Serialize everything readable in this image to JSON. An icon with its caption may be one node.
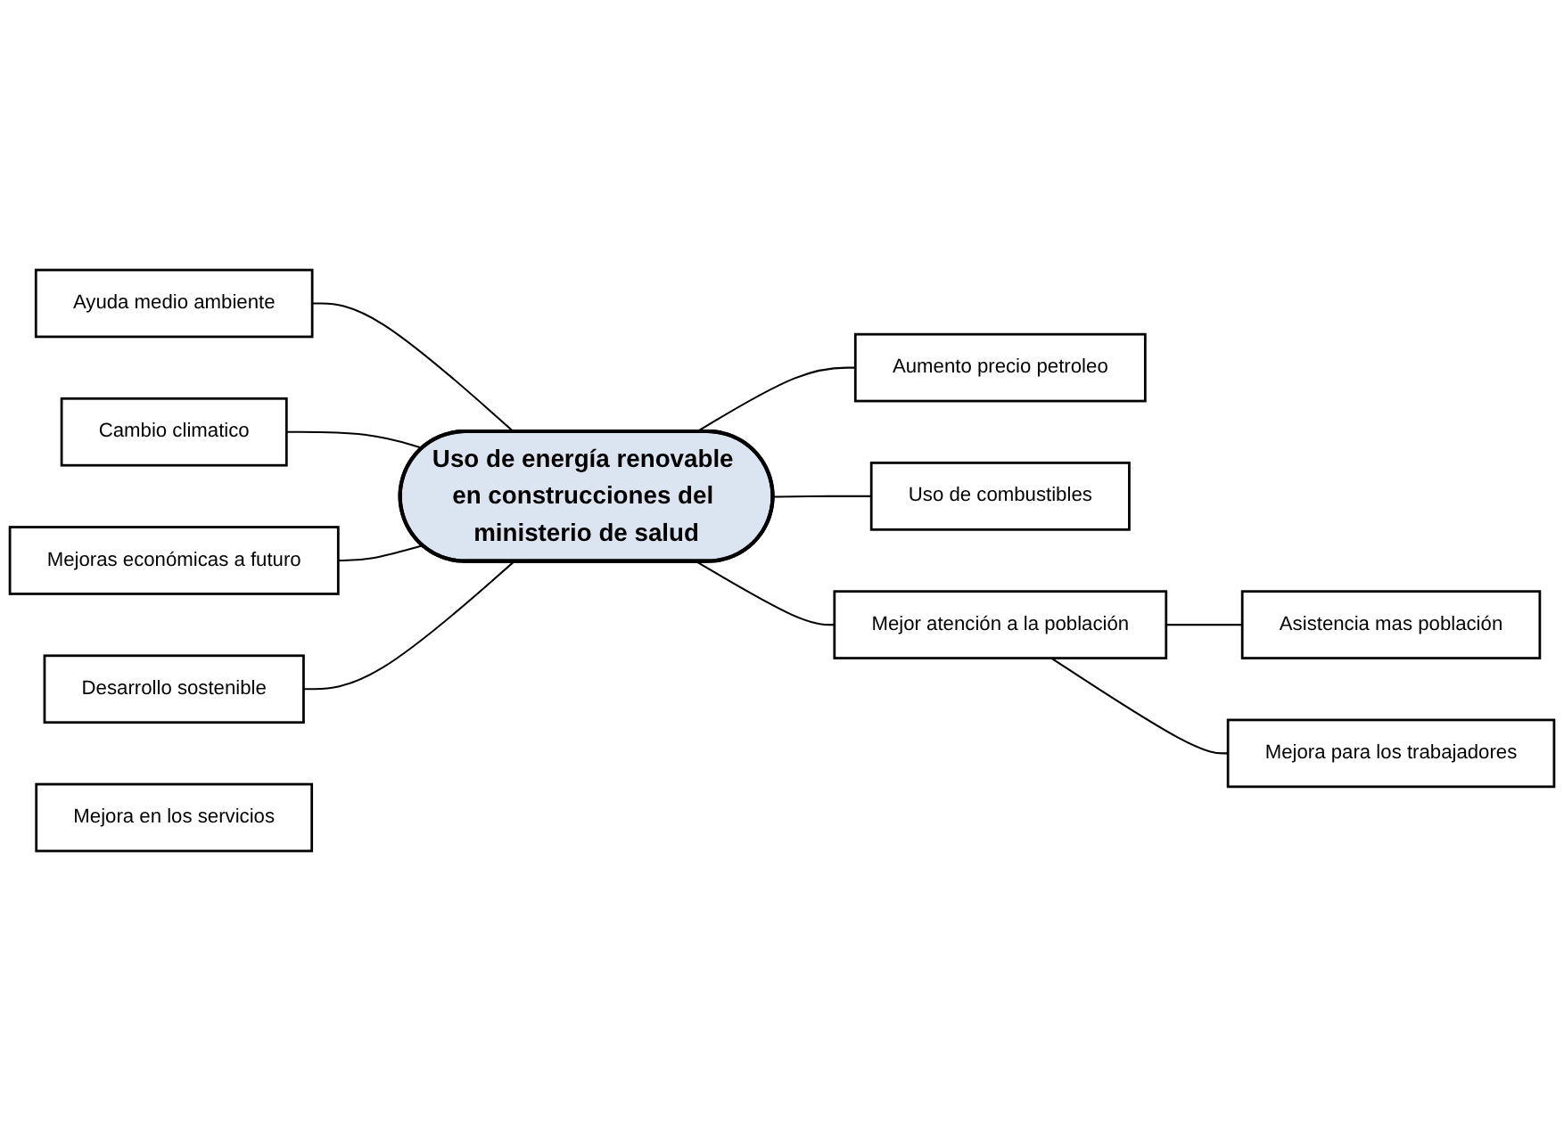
{
  "diagram": {
    "nodes": [
      {
        "text": [
          "Uso de energía renovable en construcciones del ministerio de salud"
        ]
      },
      {
        "text": [
          "Ayuda medio ambiente"
        ]
      },
      {
        "text": [
          "Cambio climatico"
        ]
      },
      {
        "text": [
          "Aumento precio petroleo"
        ]
      },
      {
        "text": [
          "Uso de combustibles"
        ]
      },
      {
        "text": [
          "Mejoras económicas a futuro"
        ]
      },
      {
        "text": [
          "Desarrollo sostenible"
        ]
      },
      {
        "text": [
          "Mejor atención a la población"
        ]
      },
      {
        "text": [
          "Asistencia mas población"
        ]
      },
      {
        "text": [
          "Mejora en los servicios"
        ]
      },
      {
        "text": [
          "Mejora para los trabajadores"
        ]
      }
    ],
    "edges": [
      {
        "from": 1,
        "to": 0,
        "arrow": "none"
      },
      {
        "from": 2,
        "to": 0,
        "arrow": "none"
      },
      {
        "from": 0,
        "to": 3,
        "arrow": "none"
      },
      {
        "from": 0,
        "to": 4,
        "arrow": "none"
      },
      {
        "from": 5,
        "to": 0,
        "arrow": "none"
      },
      {
        "from": 6,
        "to": 0,
        "arrow": "none"
      },
      {
        "from": 0,
        "to": 7,
        "arrow": "none"
      },
      {
        "from": 7,
        "to": 8,
        "arrow": "none"
      },
      {
        "from": 7,
        "to": 10,
        "arrow": "none"
      }
    ]
  }
}
